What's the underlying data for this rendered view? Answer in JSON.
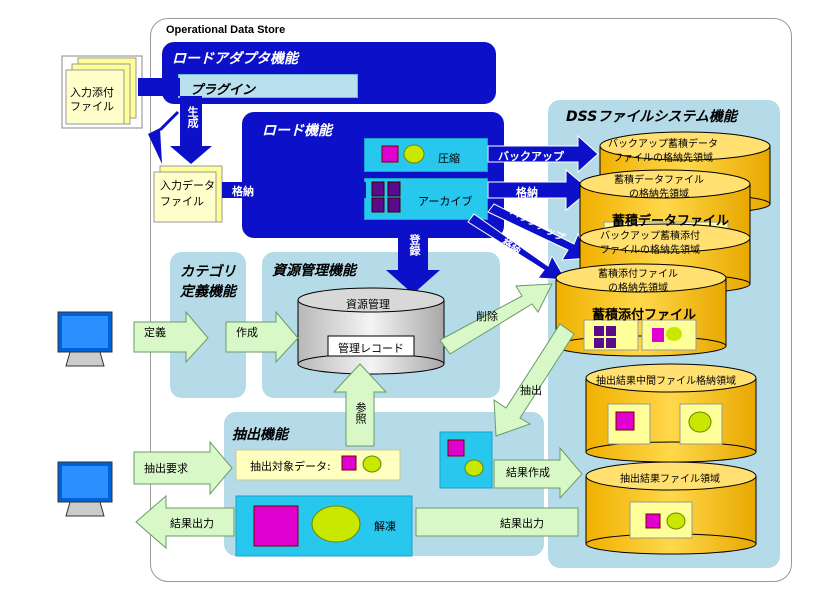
{
  "title": "Operational Data Store",
  "load_adapter": {
    "title": "ロードアダプタ機能",
    "plugin": "プラグイン"
  },
  "input_attach_file": "入力添付\nファイル",
  "input_data_file": "入力データ\nファイル",
  "generate": "生成",
  "load": {
    "title": "ロード機能",
    "compress": "圧縮",
    "archive": "アーカイブ"
  },
  "arrows": {
    "backup": "バックアップ",
    "store1": "格納",
    "store2": "格納",
    "backup2": "バックアップ",
    "store3": "格納",
    "register": "登録",
    "define": "定義",
    "create": "作成",
    "delete": "削除",
    "extract": "抽出",
    "refer": "参照",
    "extract_request": "抽出要求",
    "result_create": "結果作成",
    "result_out_right": "結果出力",
    "result_out_left": "結果出力"
  },
  "dss": {
    "title": "DSSファイルシステム機能",
    "cyl1": "バックアップ蓄積データ\nファイルの格納先領域",
    "cyl2": "蓄積データファイル\nの格納先領域",
    "cyl2_label": "蓄積データファイル",
    "cyl3": "バックアップ蓄積添付\nファイルの格納先領域",
    "cyl4": "蓄積添付ファイル\nの格納先領域",
    "cyl4_label": "蓄積添付ファイル",
    "cyl5": "抽出結果中間ファイル格納領域",
    "cyl6": "抽出結果ファイル領域"
  },
  "category": {
    "title": "カテゴリ\n定義機能"
  },
  "resource": {
    "title": "資源管理機能",
    "mgmt": "資源管理",
    "record": "管理レコード"
  },
  "extract_func": {
    "title": "抽出機能",
    "target": "抽出対象データ:",
    "decompress": "解凍"
  },
  "colors": {
    "navy": "#0c10c8",
    "lightblue": "#b5dbe9",
    "cylinder": "#ffcc00",
    "arrow_green": "#d8f8c8"
  }
}
